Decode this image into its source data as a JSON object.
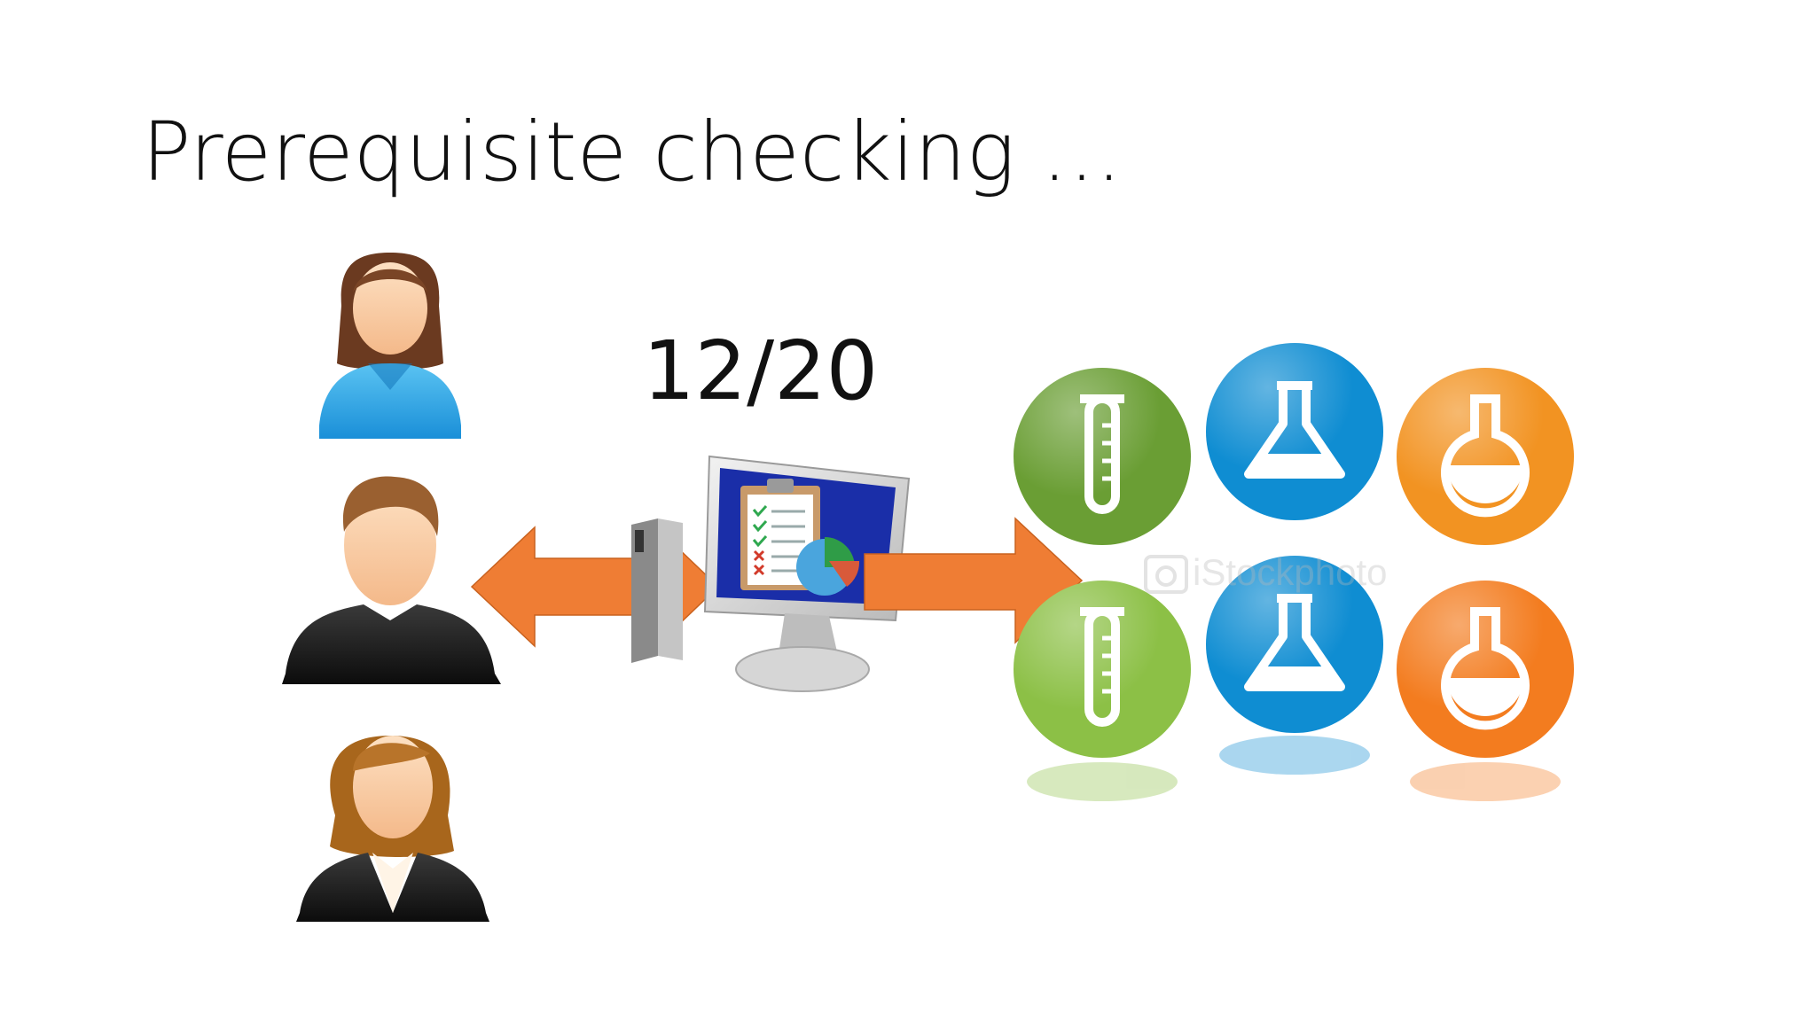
{
  "slide": {
    "title": "Prerequisite checking …",
    "score": "12/20"
  },
  "people": [
    {
      "icon": "woman-blue-icon"
    },
    {
      "icon": "man-black-icon"
    },
    {
      "icon": "woman-black-icon"
    }
  ],
  "labs": [
    {
      "icon": "test-tube-icon",
      "color": "#6a9e34"
    },
    {
      "icon": "conical-flask-icon",
      "color": "#0f8dd2"
    },
    {
      "icon": "round-flask-icon",
      "color": "#f29322"
    },
    {
      "icon": "test-tube-icon",
      "color": "#8cc046"
    },
    {
      "icon": "conical-flask-icon",
      "color": "#0f8dd2"
    },
    {
      "icon": "round-flask-icon",
      "color": "#f37c1f"
    }
  ],
  "watermark": "iStockphoto",
  "colors": {
    "arrow": "#ef7d34",
    "screen": "#1a2ea8"
  }
}
